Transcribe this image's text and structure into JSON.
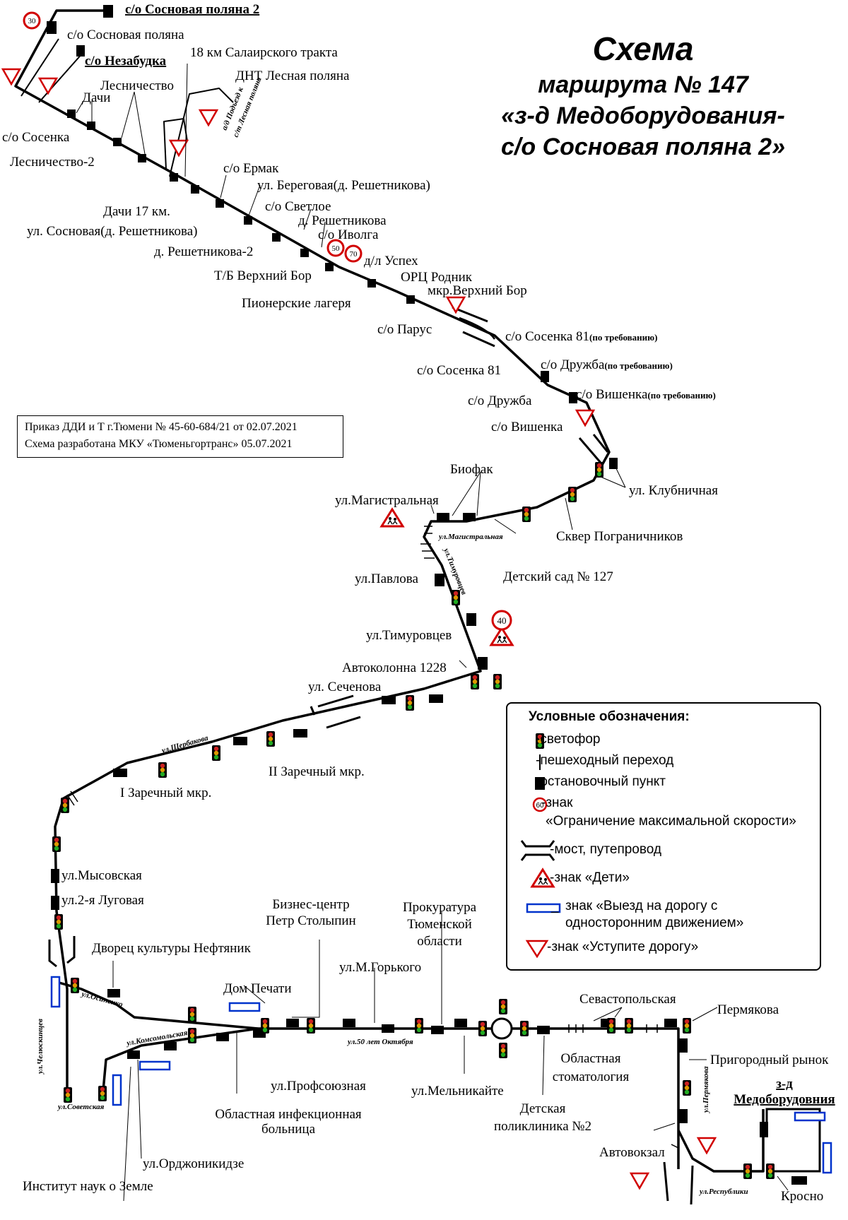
{
  "title": {
    "line1": "Схема",
    "line2": "маршрута № 147",
    "line3": "«з-д Медоборудования-",
    "line4": "с/о Сосновая поляна 2»"
  },
  "order_note": {
    "line1": "Приказ ДДИ и Т г.Тюмени № 45-60-684/21 от 02.07.2021",
    "line2": "Схема разработана МКУ «Тюменьгортранс» 05.07.2021"
  },
  "legend": {
    "heading": "Условные обозначения:",
    "traffic_light": "-светофор",
    "crosswalk": "-пешеходный переход",
    "stop": "-остановочный пункт",
    "speed_sign_line1": "-знак",
    "speed_sign_line2": "«Ограничение максимальной скорости»",
    "speed_sign_value": "60",
    "bridge": "-мост, путепровод",
    "children": "-знак «Дети»",
    "oneway_line1": "знак «Выезд на дорогу с",
    "oneway_line2": "односторонним движением»",
    "oneway_dash": "_",
    "yield": "-знак «Уступите дорогу»"
  },
  "speed_signs": [
    "30",
    "50",
    "70",
    "40"
  ],
  "stops": {
    "sosnovaya_polyana_2": "с/о Сосновая поляна 2",
    "sosnovaya_polyana": "с/о Сосновая поляна",
    "nezabudka": "с/о Незабудка",
    "km18": "18 км Салаирского тракта",
    "dnt_lesnaya": "ДНТ Лесная поляна",
    "lesnichestvo": "Лесничество",
    "dachi": "Дачи",
    "sosenka": "с/о Сосенка",
    "lesnichestvo2": "Лесничество-2",
    "ermak": "с/о Ермак",
    "beregovaya": "ул. Береговая(д. Решетникова)",
    "svetloe": "с/о Светлое",
    "reshetnikova": "д. Решетникова",
    "dachi17": "Дачи 17 км.",
    "ivolga": "с/о Иволга",
    "sosnovaya_resh": "ул. Сосновая(д. Решетникова)",
    "reshetnikova2": "д. Решетникова-2",
    "uspeh": "д/л Успех",
    "tb_verhniy_bor": "Т/Б Верхний Бор",
    "orc_rodnik": "ОРЦ Родник",
    "mkr_verhniy_bor": "мкр.Верхний Бор",
    "pionerskie": "Пионерские лагеря",
    "parus": "с/о Парус",
    "sosenka81_req": "с/о Сосенка 81",
    "sosenka81": "с/о Сосенка 81",
    "druzhba_req": "с/о Дружба",
    "druzhba": "с/о Дружба",
    "vishenka_req": "с/о Вишенка",
    "vishenka": "с/о Вишенка",
    "on_request": "(по требованию)",
    "biofak": "Биофак",
    "magistralnaya": "ул.Магистральная",
    "klubnichnaya": "ул. Клубничная",
    "skver": "Сквер Пограничников",
    "pavlova": "ул.Павлова",
    "detsad127": "Детский сад № 127",
    "timurovcev": "ул.Тимуровцев",
    "avtokolonna": "Автоколонна 1228",
    "sechenova": "ул. Сеченова",
    "zarechny2": "II Заречный мкр.",
    "zarechny1": "I Заречный мкр.",
    "mysovskaya": "ул.Мысовская",
    "lugovaya2": "ул.2-я Луговая",
    "dvorec": "Дворец культуры Нефтяник",
    "biznes_line1": "Бизнес-центр",
    "biznes_line2": "Петр Столыпин",
    "prokuratura_line1": "Прокуратура",
    "prokuratura_line2": "Тюменской",
    "prokuratura_line3": "области",
    "dom_pechati": "Дом Печати",
    "gorkogo": "ул.М.Горького",
    "sevastopolskaya": "Севастопольская",
    "permyakova": "Пермякова",
    "oblastnaya_stom_line1": "Областная",
    "oblastnaya_stom_line2": "стоматология",
    "prigorodny": "Пригородный рынок",
    "zavod_line1": "з-д",
    "zavod_line2": "Медоборудовния",
    "profsoyuznaya": "ул.Профсоюзная",
    "melnikaite": "ул.Мельникайте",
    "infekc_line1": "Областная инфекционная",
    "infekc_line2": "больница",
    "det_polik_line1": "Детская",
    "det_polik_line2": "поликлиника №2",
    "avtovokzal": "Автовокзал",
    "ordzhonikidze": "ул.Орджоникидзе",
    "institut": "Институт наук о Земле",
    "krosno": "Кросно"
  },
  "streets": {
    "podezd": "а/д Подъезд к",
    "podezd2": "с/т Лесная поляна",
    "magistralnaya_small": "ул.Магистральная",
    "timurovcev_small": "ул.Тимуровцев",
    "scherbakova": "ул.Щербакова",
    "osipenko": "ул.Осипенко",
    "komsomolskaya": "ул.Комсомольская",
    "chelyuskincev": "ул.Челюскинцев",
    "sovetskaya": "ул.Советская",
    "let50": "ул.50 лет Октября",
    "permyakova_small": "ул.Пермякова",
    "respubliki": "ул.Республики"
  }
}
